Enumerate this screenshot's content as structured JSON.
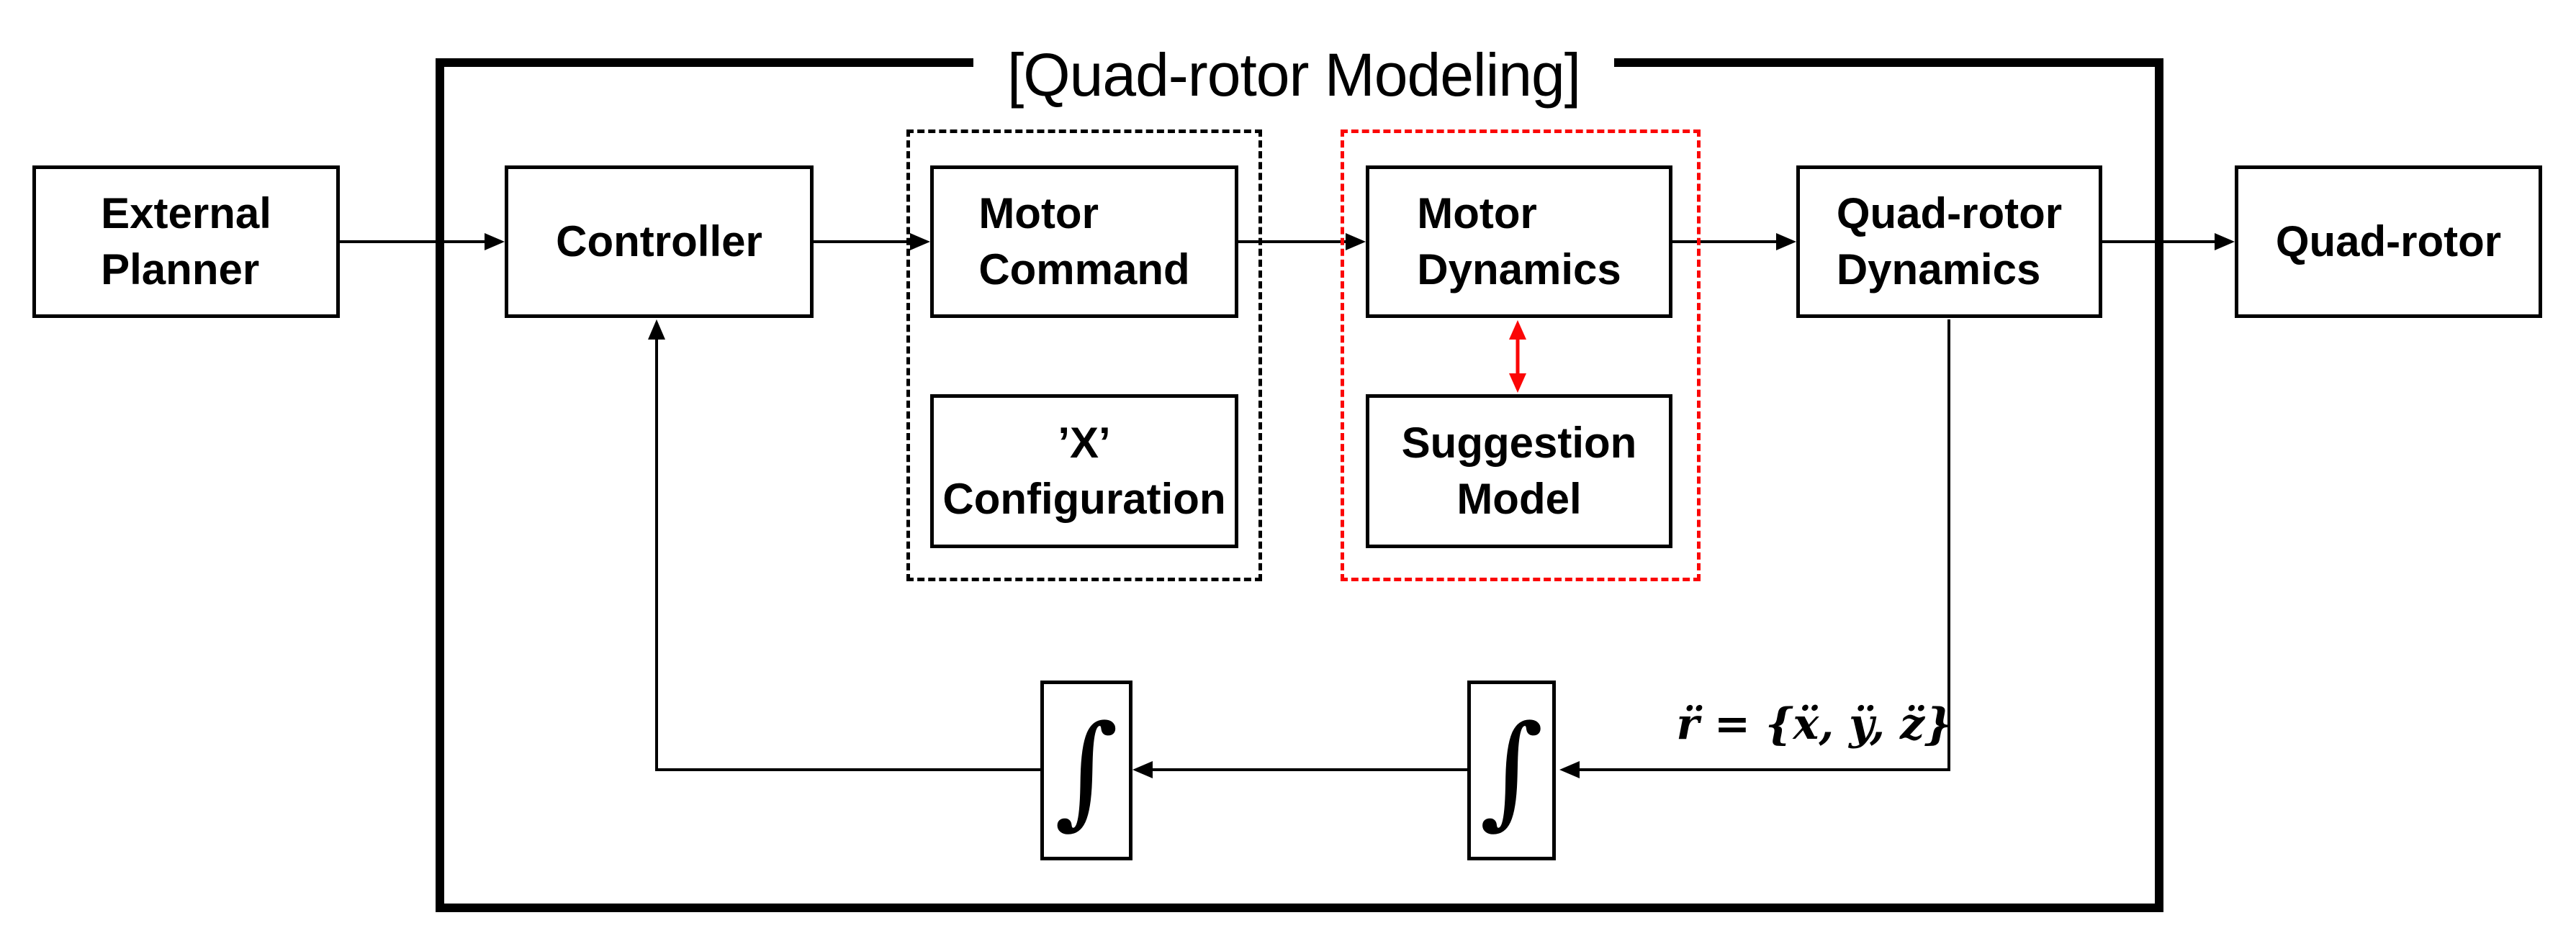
{
  "title": "[Quad-rotor Modeling]",
  "nodes": {
    "external_planner": {
      "line1": "External",
      "line2": "Planner"
    },
    "controller": {
      "line1": "Controller",
      "line2": ""
    },
    "motor_command": {
      "line1": "Motor",
      "line2": "Command"
    },
    "x_configuration": {
      "line1": "’X’",
      "line2": "Configuration"
    },
    "motor_dynamics": {
      "line1": "Motor",
      "line2": "Dynamics"
    },
    "suggestion_model": {
      "line1": "Suggestion",
      "line2": "Model"
    },
    "quad_rotor_dynamics": {
      "line1": "Quad-rotor",
      "line2": "Dynamics"
    },
    "quad_rotor": {
      "line1": "Quad-rotor",
      "line2": ""
    }
  },
  "integrator_symbol": "∫",
  "feedback_formula": "r̈ = {ẍ, ÿ, z̈}",
  "colors": {
    "line": "#000000",
    "suggestion_highlight": "#fb0606"
  }
}
